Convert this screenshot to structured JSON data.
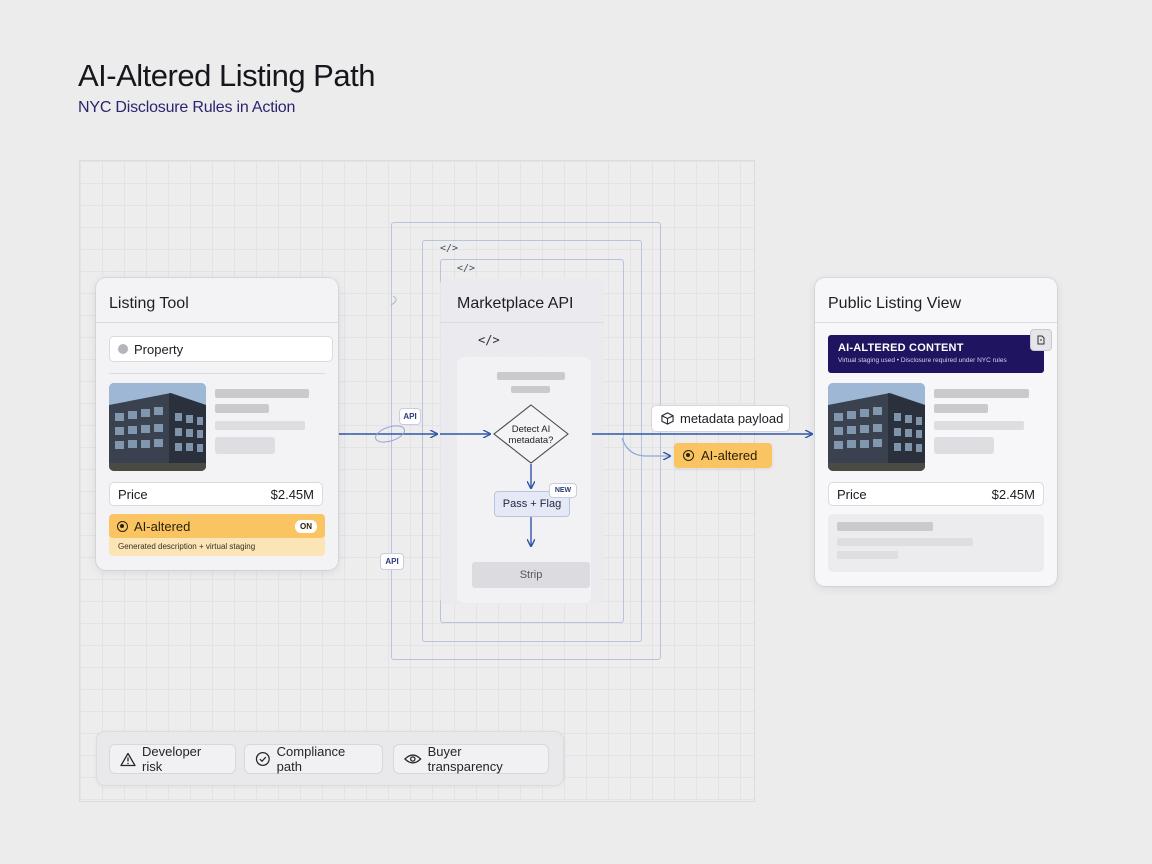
{
  "title": "AI-Altered Listing Path",
  "subtitle": "NYC Disclosure Rules in Action",
  "listing_tool": {
    "title": "Listing Tool",
    "property_label": "Property",
    "price_label": "Price",
    "price_value": "$2.45M",
    "ai_badge": "AI-altered",
    "toggle_label": "ON",
    "ai_note": "Generated description + virtual staging"
  },
  "api": {
    "code_tags": [
      "</>",
      "</>",
      "</>"
    ],
    "title": "Marketplace API",
    "decision": "Detect AI metadata?",
    "pass_flag": "Pass + Flag",
    "new_badge": "NEW",
    "strip": "Strip",
    "chip_labels": [
      "API",
      "API"
    ]
  },
  "payload": {
    "label": "metadata payload",
    "ai_badge": "AI-altered"
  },
  "public_view": {
    "title": "Public Listing View",
    "banner_title": "AI-ALTERED CONTENT",
    "banner_sub": "Virtual staging used • Disclosure required under NYC rules",
    "price_label": "Price",
    "price_value": "$2.45M"
  },
  "legend": [
    {
      "label": "Developer risk",
      "icon": "warning-icon"
    },
    {
      "label": "Compliance path",
      "icon": "check-circle-icon"
    },
    {
      "label": "Buyer transparency",
      "icon": "eye-icon"
    }
  ],
  "colors": {
    "accent_blue": "#2f56a8",
    "ai_amber": "#f9c461",
    "banner_navy": "#1f1460",
    "subtitle": "#2a2470"
  }
}
